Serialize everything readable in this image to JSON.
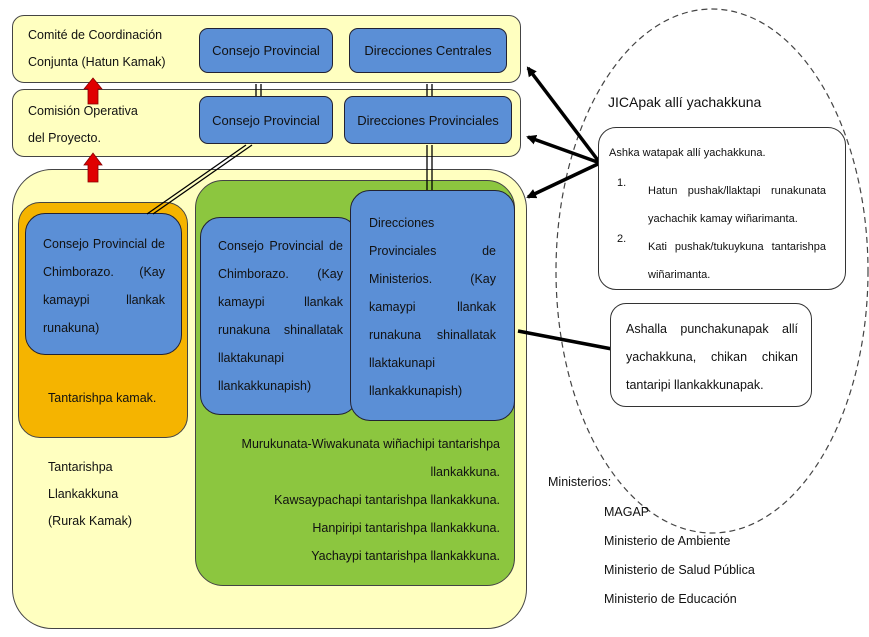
{
  "top_bar": {
    "title_line1": "Comité de Coordinación",
    "title_line2": "Conjunta (Hatun Kamak)",
    "box1": "Consejo Provincial",
    "box2": "Direcciones Centrales"
  },
  "second_bar": {
    "title_line1": "Comisión Operativa",
    "title_line2": "del Proyecto.",
    "box1": "Consejo Provincial",
    "box2": "Direcciones Provinciales"
  },
  "orange_box": {
    "blue_text": "Consejo Provincial de Chimborazo. (Kay kamaypi llankak runakuna)",
    "label": "Tantarishpa kamak."
  },
  "yellow_label": {
    "line1": "Tantarishpa",
    "line2": "Llankakkuna",
    "line3": "(Rurak Kamak)"
  },
  "green_box": {
    "blue_left_text": "Consejo Provincial de Chimborazo. (Kay kamaypi llankak runakuna shinallatak llaktakunapi llankakkunapish)",
    "blue_right_text": "Direcciones Provinciales de Ministerios. (Kay kamaypi llankak runakuna shinallatak llaktakunapi llankakkunapish)",
    "lines": [
      "Murukunata-Wiwakunata wiñachipi tantarishpa",
      "llankakkuna.",
      "Kawsaypachapi tantarishpa llankakkuna.",
      "Hanpiripi tantarishpa llankakkuna.",
      "Yachaypi tantarishpa llankakkuna."
    ]
  },
  "jica": {
    "title": "JICApak allí yachakkuna",
    "box1_heading": "Ashka watapak allí yachakkuna.",
    "item1_num": "1.",
    "item1_line1": "Hatun pushak/llaktapi runakunata",
    "item1_line2": "yachachik kamay wiñarimanta.",
    "item2_num": "2.",
    "item2_line1": "Kati pushak/tukuykuna tantarishpa",
    "item2_line2": "wiñarimanta.",
    "box2_text": "Ashalla punchakunapak allí yachakkuna, chikan chikan tantaripi llankakkunapak."
  },
  "ministerios": {
    "heading": "Ministerios:",
    "items": [
      "MAGAP",
      "Ministerio de Ambiente",
      "Ministerio de Salud Pública",
      "Ministerio de Educación"
    ]
  },
  "colors": {
    "yellow": "#ffffc0",
    "blue": "#5b8fd6",
    "orange": "#f5b400",
    "green": "#8cc63f",
    "arrow_red": "#e00000"
  }
}
